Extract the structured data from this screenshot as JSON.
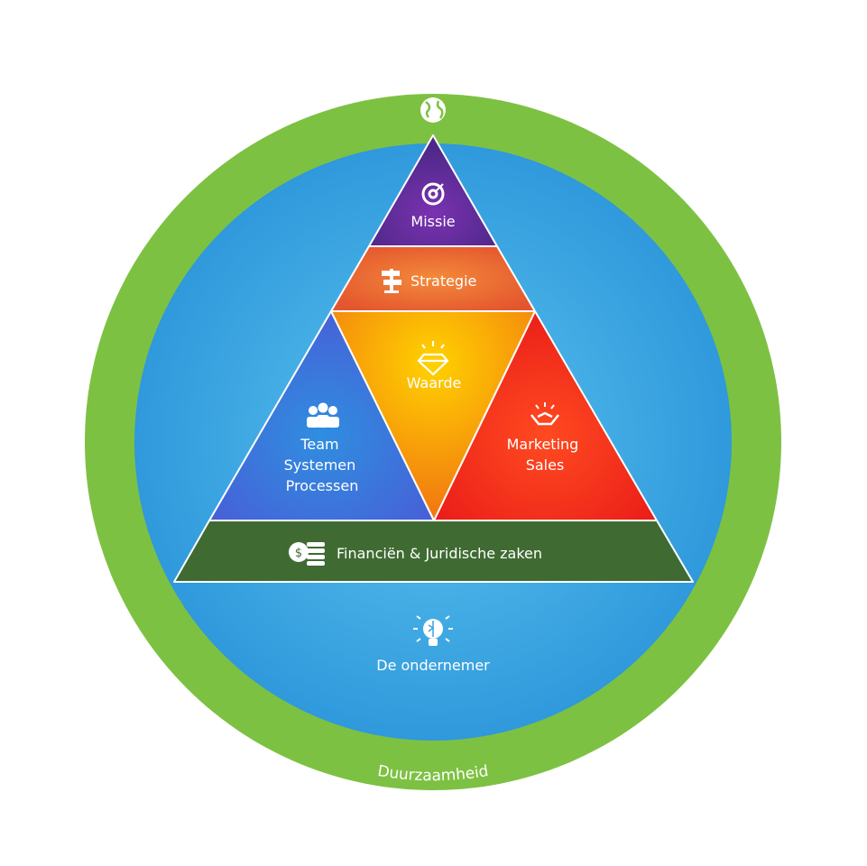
{
  "outer_ring": {
    "label": "Duurzaamheid",
    "icon": "globe-icon",
    "color": "#7dc143"
  },
  "inner_circle": {
    "label": "De ondernemer",
    "icon": "lightbulb-brain-icon",
    "color": "#3aa3e0"
  },
  "pyramid": {
    "missie": {
      "label": "Missie",
      "icon": "target-icon",
      "color": "#5a2a9a"
    },
    "strategie": {
      "label": "Strategie",
      "icon": "signpost-icon",
      "color": "#ea6a2e"
    },
    "waarde": {
      "label": "Waarde",
      "icon": "diamond-icon",
      "color": "#f7a800"
    },
    "team": {
      "lines": [
        "Team",
        "Systemen",
        "Processen"
      ],
      "icon": "people-icon",
      "color": "#3f6fd8"
    },
    "marketing": {
      "lines": [
        "Marketing",
        "Sales"
      ],
      "icon": "handshake-icon",
      "color": "#f02a1a"
    },
    "financien": {
      "label": "Financiën & Juridische zaken",
      "icon": "coins-icon",
      "color": "#3f6b32"
    }
  }
}
